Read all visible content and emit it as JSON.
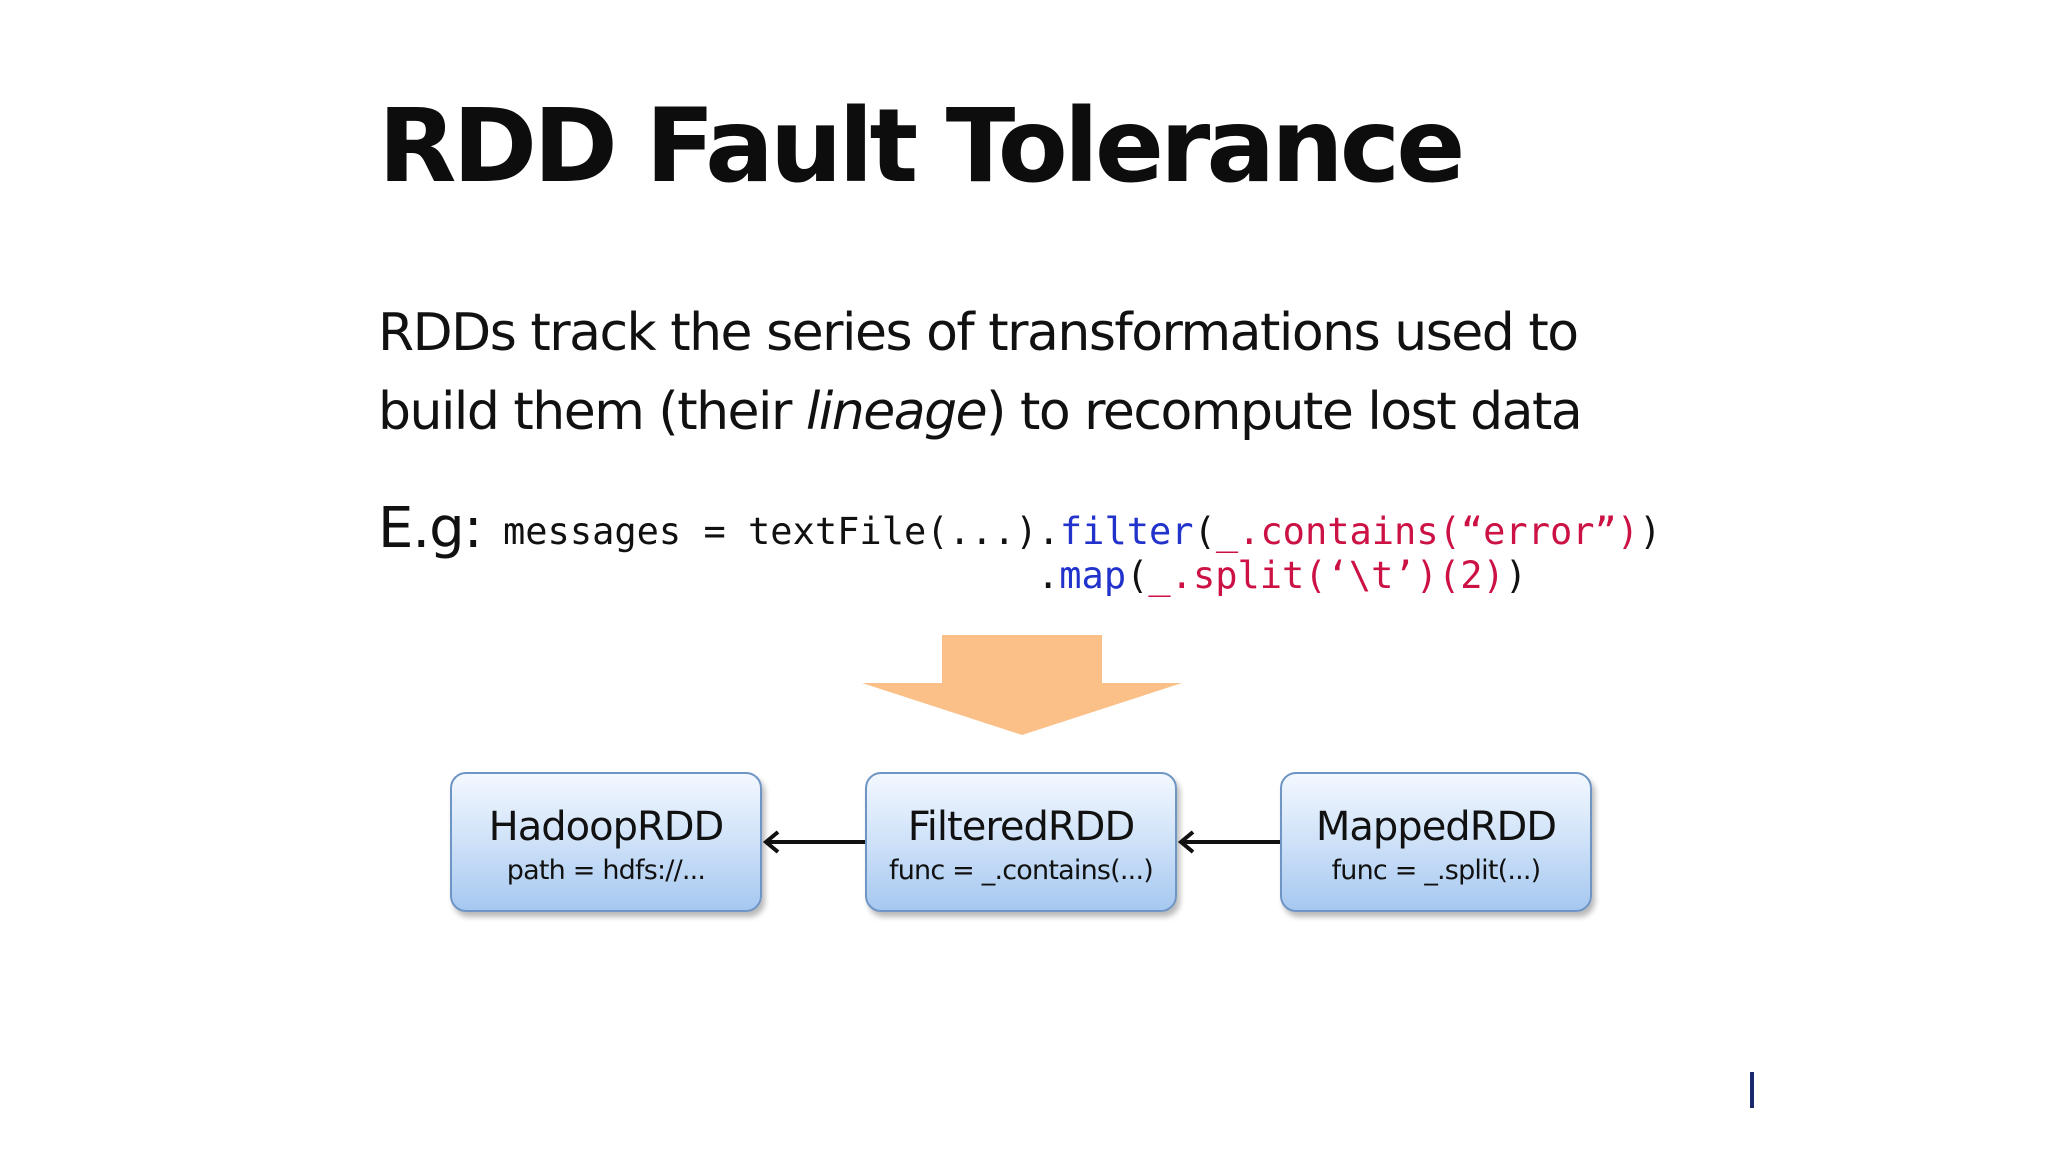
{
  "slide": {
    "title": "RDD Fault Tolerance",
    "body_part1": "RDDs track the series of transformations used to build them (their ",
    "body_italic": "lineage",
    "body_part2": ") to recompute lost data"
  },
  "example": {
    "label": "E.g:",
    "line1_plain": "messages = textFile(...).",
    "line1_method": "filter",
    "line1_open": "(",
    "line1_arg": "_.contains(“error”)",
    "line1_close": ")",
    "line2_dot": ".",
    "line2_method": "map",
    "line2_open": "(",
    "line2_arg": "_.split(‘\\t’)(2)",
    "line2_close": ")"
  },
  "diagram": {
    "nodes": [
      {
        "name": "HadoopRDD",
        "detail": "path = hdfs://..."
      },
      {
        "name": "FilteredRDD",
        "detail": "func = _.contains(...)"
      },
      {
        "name": "MappedRDD",
        "detail": "func = _.split(...)"
      }
    ],
    "colors": {
      "big_arrow": "#fbc088",
      "box_top": "#f3f8fe",
      "box_bottom": "#a6c8f0",
      "box_border": "#6f95c4",
      "code_method": "#2233cc",
      "code_argument": "#cc1144"
    }
  }
}
